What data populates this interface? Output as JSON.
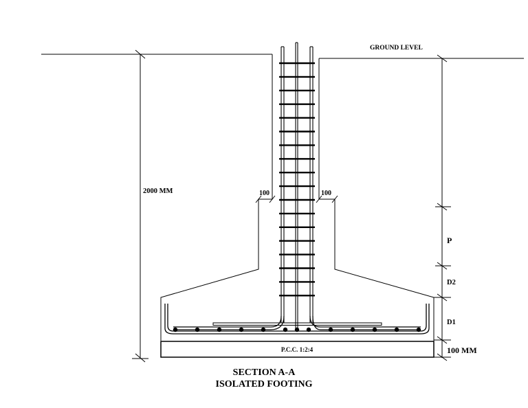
{
  "labels": {
    "ground_level": "GROUND  LEVEL",
    "depth": "2000 MM",
    "offset_left": "100",
    "offset_right": "100",
    "p": "P",
    "d2": "D2",
    "d1": "D1",
    "pcc": "P.C.C. 1:2:4",
    "pcc_thickness": "100 MM"
  },
  "title": {
    "line1": "SECTION A-A",
    "line2": "ISOLATED FOOTING"
  },
  "colors": {
    "line": "#000000",
    "background": "#ffffff"
  }
}
